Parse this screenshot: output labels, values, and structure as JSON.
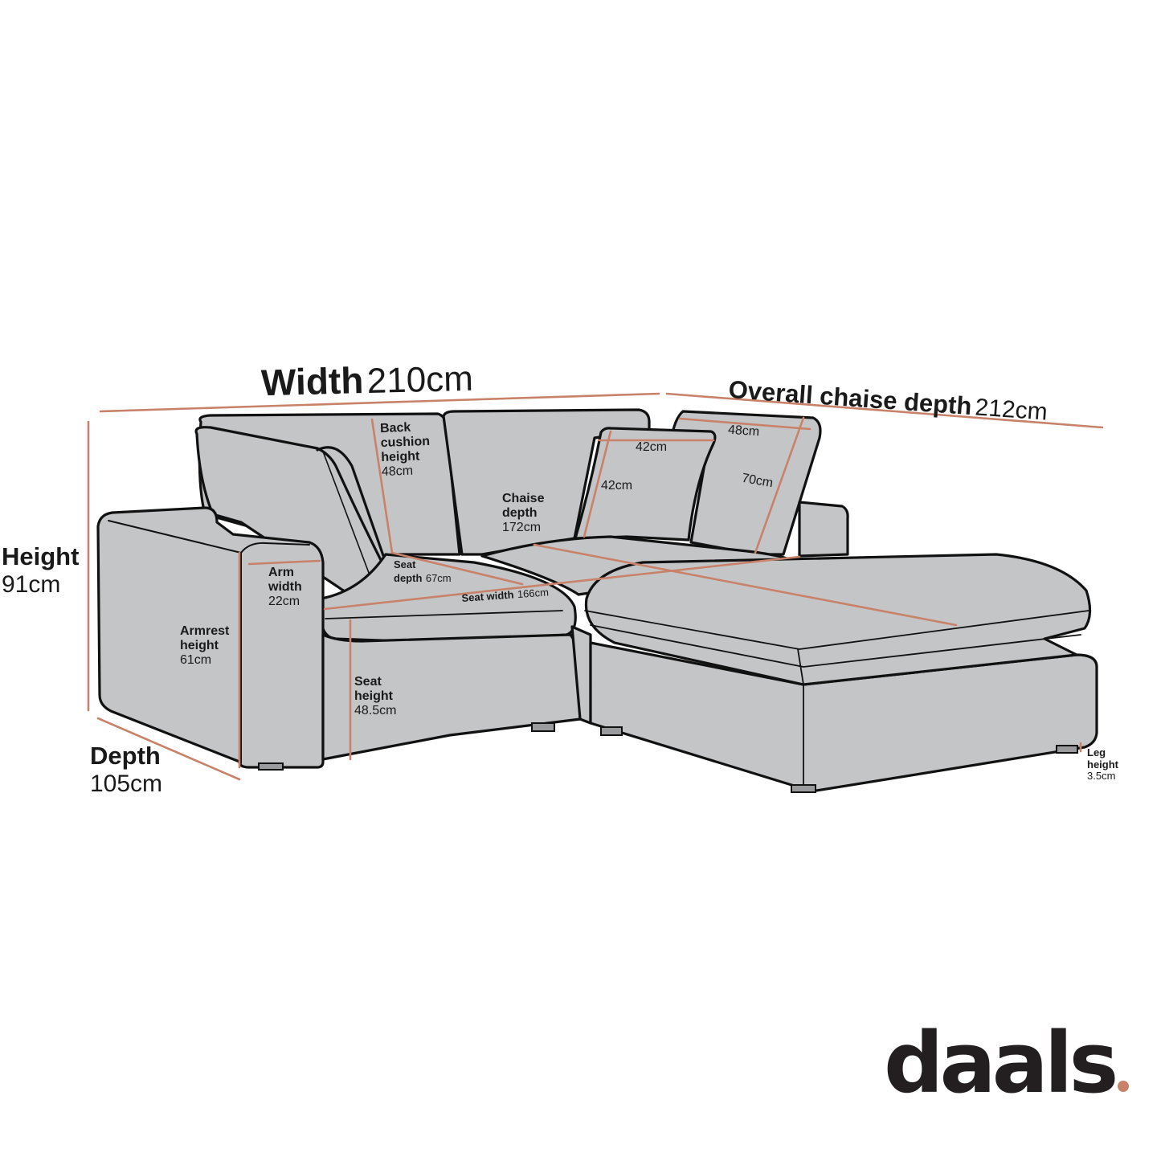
{
  "brand": {
    "name": "daals",
    "dot_color": "#c8826a"
  },
  "colors": {
    "sofa_fill": "#c4c5c7",
    "outline": "#111111",
    "measure_line": "#c8826a",
    "leg_fill": "#9a9b9d"
  },
  "dimensions": {
    "width": {
      "label": "Width",
      "value": "210cm"
    },
    "overall_chaise_depth": {
      "label": "Overall chaise depth",
      "value": "212cm"
    },
    "height": {
      "label": "Height",
      "value": "91cm"
    },
    "depth": {
      "label": "Depth",
      "value": "105cm"
    },
    "back_cushion_height": {
      "label_line1": "Back",
      "label_line2": "cushion",
      "label_line3": "height",
      "value": "48cm"
    },
    "chaise_depth": {
      "label_line1": "Chaise",
      "label_line2": "depth",
      "value": "172cm"
    },
    "scatter_cushion_width": {
      "value": "42cm"
    },
    "scatter_cushion_height": {
      "value": "42cm"
    },
    "back_cushion_width": {
      "value": "48cm"
    },
    "back_cushion_length": {
      "value": "70cm"
    },
    "arm_width": {
      "label_line1": "Arm",
      "label_line2": "width",
      "value": "22cm"
    },
    "seat_depth": {
      "label_line1": "Seat",
      "label_line2": "depth",
      "value": "67cm"
    },
    "seat_width": {
      "label": "Seat width",
      "value": "166cm"
    },
    "armrest_height": {
      "label_line1": "Armrest",
      "label_line2": "height",
      "value": "61cm"
    },
    "seat_height": {
      "label_line1": "Seat",
      "label_line2": "height",
      "value": "48.5cm"
    },
    "leg_height": {
      "label_line1": "Leg",
      "label_line2": "height",
      "value": "3.5cm"
    }
  }
}
